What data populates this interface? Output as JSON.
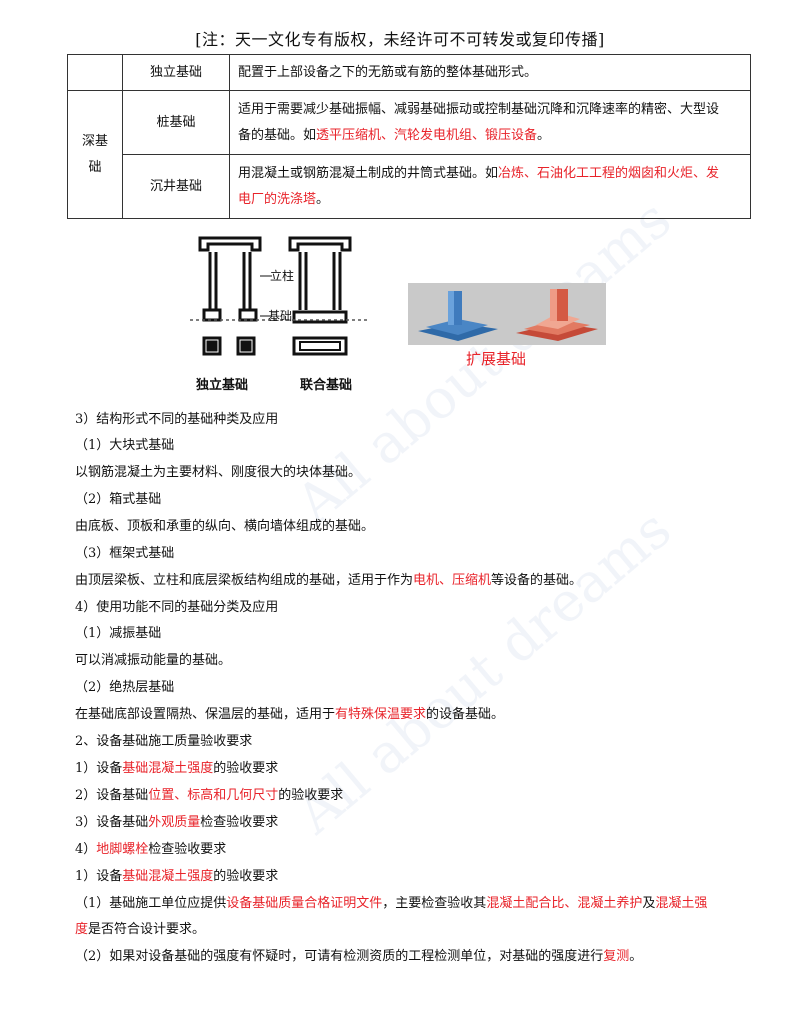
{
  "header": "[注：天一文化专有版权，未经许可不可转发或复印传播]",
  "table": {
    "row1": {
      "type": "独立基础",
      "desc": "配置于上部设备之下的无筋或有筋的整体基础形式。"
    },
    "group": "深基础",
    "row2": {
      "type": "桩基础",
      "desc_a": "适用于需要减少基础振幅、减弱基础振动或控制基础沉降和沉降速率的精密、大型设",
      "desc_b": "备的基础。如",
      "desc_red": "透平压缩机、汽轮发电机组、锻压设备",
      "desc_end": "。"
    },
    "row3": {
      "type": "沉井基础",
      "desc_a": "用混凝土或钢筋混凝土制成的井筒式基础。如",
      "desc_red1": "冶炼、石油化工工程的烟囱和火炬、发",
      "desc_red2": "电厂的洗涤塔",
      "desc_end": "。"
    }
  },
  "figure": {
    "pillar_label": "立柱",
    "base_label": "基础",
    "caption_left": "独立基础",
    "caption_mid": "联合基础",
    "caption_right": "扩展基础"
  },
  "watermark": "All about dreams",
  "lines": {
    "l1": "3）结构形式不同的基础种类及应用",
    "l2": "（1）大块式基础",
    "l3": "以钢筋混凝土为主要材料、刚度很大的块体基础。",
    "l4": "（2）箱式基础",
    "l5": "由底板、顶板和承重的纵向、横向墙体组成的基础。",
    "l6": "（3）框架式基础",
    "l7a": "由顶层梁板、立柱和底层梁板结构组成的基础，适用于作为",
    "l7r": "电机、压缩机",
    "l7b": "等设备的基础。",
    "l8": "4）使用功能不同的基础分类及应用",
    "l9": "（1）减振基础",
    "l10": "可以消减振动能量的基础。",
    "l11": "（2）绝热层基础",
    "l12a": "在基础底部设置隔热、保温层的基础，适用于",
    "l12r": "有特殊保温要求",
    "l12b": "的设备基础。",
    "l13": "2、设备基础施工质量验收要求",
    "l14a": "1）设备",
    "l14r": "基础混凝土强度",
    "l14b": "的验收要求",
    "l15a": "2）设备基础",
    "l15r": "位置、标高和几何尺寸",
    "l15b": "的验收要求",
    "l16a": "3）设备基础",
    "l16r": "外观质量",
    "l16b": "检查验收要求",
    "l17a": "4）",
    "l17r": "地脚螺栓",
    "l17b": "检查验收要求",
    "l18a": "1）设备",
    "l18r": "基础混凝土强度",
    "l18b": "的验收要求",
    "l19a": "（1）基础施工单位应提供",
    "l19r1": "设备基础质量合格证明文件",
    "l19b": "，主要检查验收其",
    "l19r2": "混凝土配合比、混凝土养护",
    "l19c": "及",
    "l19r3": "混凝土强",
    "l20r": "度",
    "l20b": "是否符合设计要求。",
    "l21a": "（2）如果对设备基础的强度有怀疑时，可请有检测资质的工程检测单位，对基础的强度进行",
    "l21r": "复测",
    "l21b": "。"
  },
  "colors": {
    "highlight": "#e8232a"
  }
}
